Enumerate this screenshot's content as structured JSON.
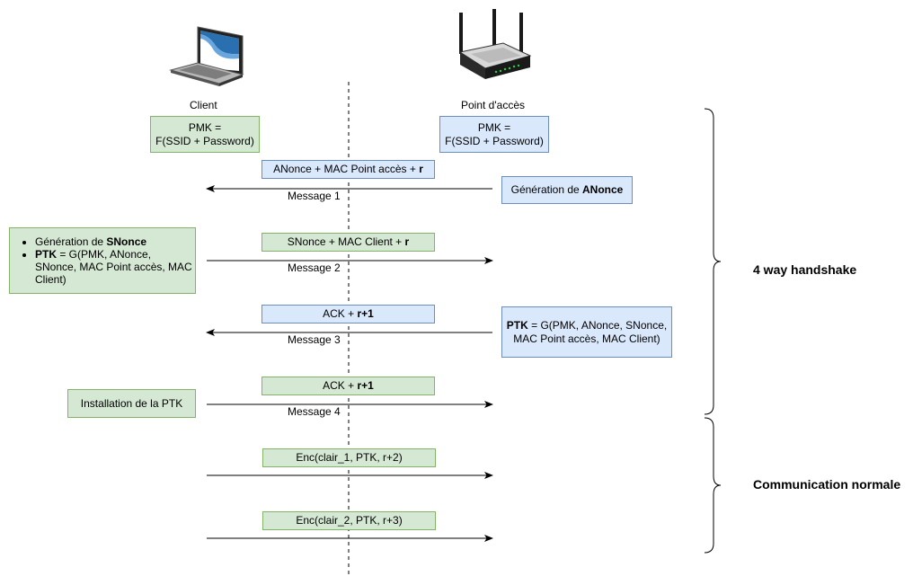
{
  "actors": {
    "client": "Client",
    "ap": "Point d'accès"
  },
  "pmk": {
    "line1": "PMK =",
    "line2": "F(SSID + Password)"
  },
  "messages": [
    {
      "payload_text": "ANonce + MAC Point accès + ",
      "payload_bold": "r",
      "label": "Message 1"
    },
    {
      "payload_text": "SNonce + MAC Client + ",
      "payload_bold": "r",
      "label": "Message 2"
    },
    {
      "payload_text": "ACK + ",
      "payload_bold": "r+1",
      "label": "Message 3"
    },
    {
      "payload_text": "ACK + ",
      "payload_bold": "r+1",
      "label": "Message 4"
    },
    {
      "payload_text": "Enc(clair_1, PTK, r+2)",
      "payload_bold": "",
      "label": ""
    },
    {
      "payload_text": "Enc(clair_2, PTK, r+3)",
      "payload_bold": "",
      "label": ""
    }
  ],
  "ap_notes": {
    "anonce_prefix": "Génération de ",
    "anonce_bold": "ANonce",
    "ptk_bold": "PTK",
    "ptk_line1": " = G(PMK, ANonce, SNonce,",
    "ptk_line2": "MAC Point accès, MAC Client)"
  },
  "client_notes": {
    "bullet1_prefix": "Génération de ",
    "bullet1_bold": "SNonce",
    "bullet2_bold": "PTK",
    "bullet2_text": " = G(PMK, ANonce, SNonce, MAC Point accès, MAC Client)",
    "install": "Installation de la PTK"
  },
  "phases": {
    "handshake": "4 way handshake",
    "normal": "Communication normale"
  },
  "colors": {
    "green_fill": "#d5e8d4",
    "green_border": "#82b366",
    "blue_fill": "#dae8fc",
    "blue_border": "#6c8ebf"
  }
}
